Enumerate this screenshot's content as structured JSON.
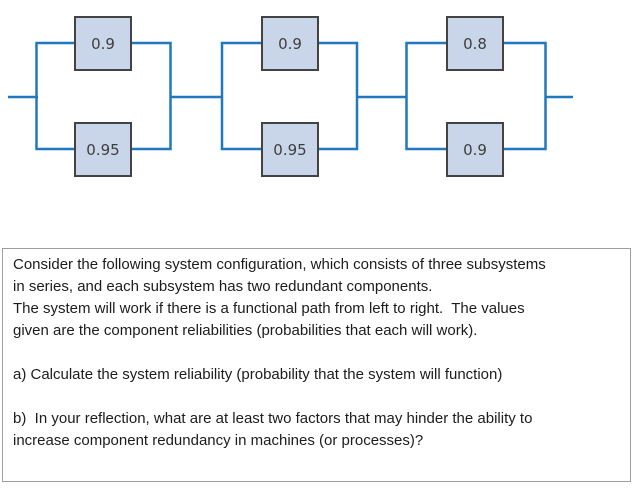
{
  "diagram": {
    "description": "reliability-block-diagram",
    "subsystems": [
      {
        "top_value": "0.9",
        "bottom_value": "0.95"
      },
      {
        "top_value": "0.9",
        "bottom_value": "0.95"
      },
      {
        "top_value": "0.8",
        "bottom_value": "0.9"
      }
    ],
    "colors": {
      "line": "#2178be",
      "box_fill": "#c9d6ea",
      "box_border": "#434343",
      "box_text": "#3d3d3d"
    }
  },
  "question": {
    "text": "Consider the following system configuration, which consists of three subsystems\nin series, and each subsystem has two redundant components.\nThe system will work if there is a functional path from left to right.  The values\ngiven are the component reliabilities (probabilities that each will work).\n\na) Calculate the system reliability (probability that the system will function)\n\nb)  In your reflection, what are at least two factors that may hinder the ability to\nincrease component redundancy in machines (or processes)?"
  }
}
